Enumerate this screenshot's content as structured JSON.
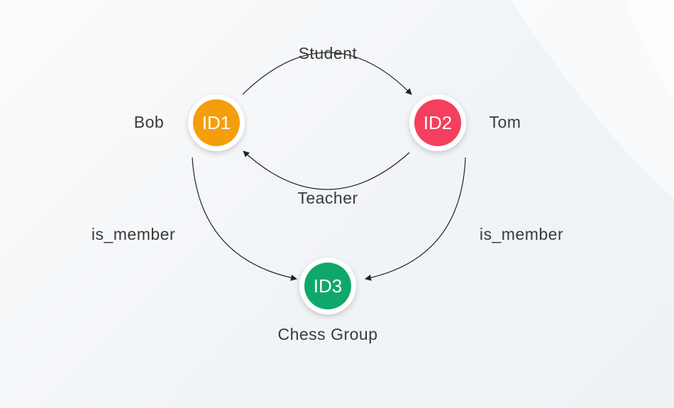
{
  "nodes": [
    {
      "id": "ID1",
      "label": "ID1",
      "entity": "Bob",
      "color": "#f59e0b"
    },
    {
      "id": "ID2",
      "label": "ID2",
      "entity": "Tom",
      "color": "#f43f5e"
    },
    {
      "id": "ID3",
      "label": "ID3",
      "entity": "Chess Group",
      "color": "#10a86a"
    }
  ],
  "edges": [
    {
      "from": "ID1",
      "to": "ID2",
      "label": "Student"
    },
    {
      "from": "ID2",
      "to": "ID1",
      "label": "Teacher"
    },
    {
      "from": "ID1",
      "to": "ID3",
      "label": "is_member"
    },
    {
      "from": "ID2",
      "to": "ID3",
      "label": "is_member"
    }
  ]
}
